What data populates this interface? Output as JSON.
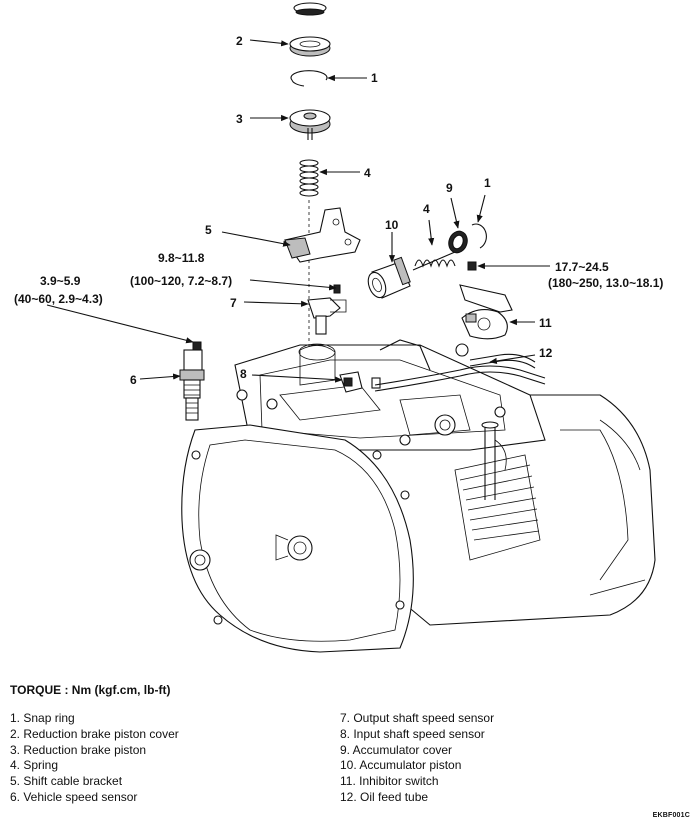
{
  "diagram": {
    "callouts": {
      "c1_top": "1",
      "c2": "2",
      "c3": "3",
      "c4_spring": "4",
      "c5": "5",
      "c6": "6",
      "c7": "7",
      "c8": "8",
      "c9": "9",
      "c10": "10",
      "c4_right": "4",
      "c1_right": "1",
      "c11": "11",
      "c12": "12"
    },
    "torques": {
      "bracket_line1": "9.8~11.8",
      "bracket_line2": "(100~120, 7.2~8.7)",
      "vss_line1": "3.9~5.9",
      "vss_line2": "(40~60, 2.9~4.3)",
      "inhibitor_line1": "17.7~24.5",
      "inhibitor_line2": "(180~250, 13.0~18.1)"
    }
  },
  "torque_title": "TORQUE : Nm (kgf.cm, lb-ft)",
  "legend_left": [
    "1.  Snap ring",
    "2.  Reduction brake piston cover",
    "3.  Reduction brake piston",
    "4.  Spring",
    "5.  Shift cable bracket",
    "6.  Vehicle speed sensor"
  ],
  "legend_right": [
    "7.  Output shaft speed sensor",
    "8.  Input shaft speed sensor",
    "9.  Accumulator cover",
    "10.  Accumulator piston",
    "11.  Inhibitor switch",
    "12.  Oil feed tube"
  ],
  "figure_code": "EKBF001C"
}
